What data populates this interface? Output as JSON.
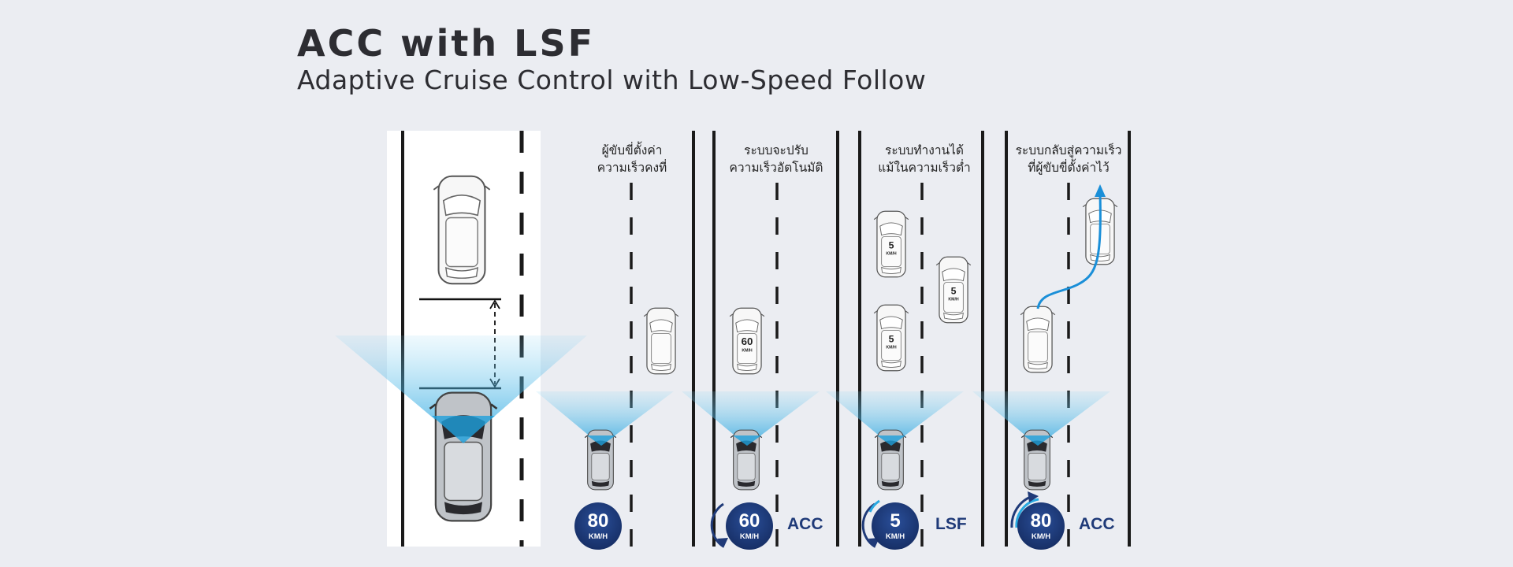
{
  "header": {
    "title": "ACC with LSF",
    "subtitle": "Adaptive Cruise Control with Low-Speed Follow"
  },
  "panels": [
    {
      "caption_line1": "ผู้ขับขี่ตั้งค่า",
      "caption_line2": "ความเร็วคงที่",
      "speed": "80",
      "unit": "KM/H",
      "mode": ""
    },
    {
      "caption_line1": "ระบบจะปรับ",
      "caption_line2": "ความเร็วอัตโนมัติ",
      "speed": "60",
      "unit": "KM/H",
      "mode": "ACC",
      "lead_car_speed": "60",
      "lead_car_unit": "KM/H"
    },
    {
      "caption_line1": "ระบบทำงานได้",
      "caption_line2": "แม้ในความเร็วต่ำ",
      "speed": "5",
      "unit": "KM/H",
      "mode": "LSF",
      "traffic_car_speed": "5",
      "traffic_car_unit": "KM/H"
    },
    {
      "caption_line1": "ระบบกลับสู่ความเร็ว",
      "caption_line2": "ที่ผู้ขับขี่ตั้งค่าไว้",
      "speed": "80",
      "unit": "KM/H",
      "mode": "ACC"
    }
  ],
  "colors": {
    "background": "#ebedf2",
    "badge": "#1e3a7a",
    "radar": "#29a9e1",
    "path_arrow": "#1a8fd8",
    "label": "#1f3a78"
  }
}
